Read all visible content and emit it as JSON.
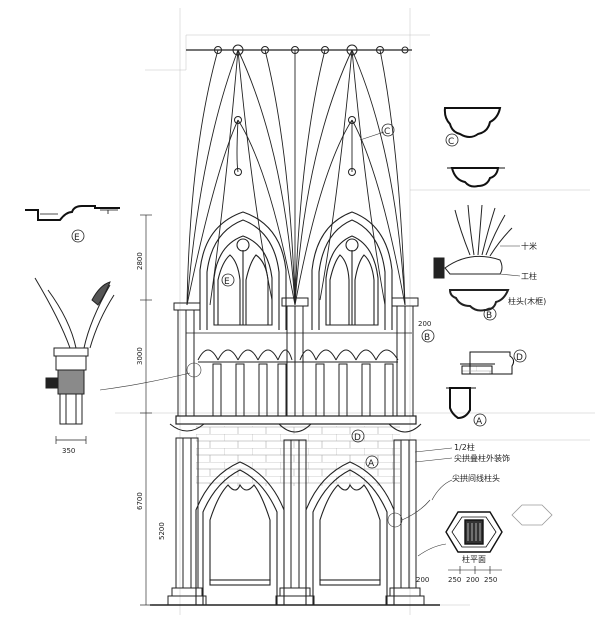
{
  "labels": {
    "c": "C",
    "d": "D",
    "e": "E",
    "b": "B",
    "a": "A"
  },
  "annotations": {
    "note_top_right_1": "十米",
    "note_top_right_2": "工柱",
    "note_capital": "柱头(木框)",
    "note_mid_1": "1/2柱",
    "note_mid_2": "尖拱叠柱外装饰",
    "note_capital_arch": "尖拱间线柱头",
    "note_section": "柱平面"
  },
  "dimensions": {
    "detail_width": "350",
    "plan_1": "250",
    "plan_2": "200",
    "plan_3": "250",
    "h_top": "2800",
    "h_mid": "3000",
    "h_low": "6700",
    "h_low2": "5200",
    "col_small": "200",
    "base_small": "200"
  },
  "colors": {
    "ink": "#222222",
    "paper": "#ffffff",
    "guide": "#bdbdbd"
  }
}
